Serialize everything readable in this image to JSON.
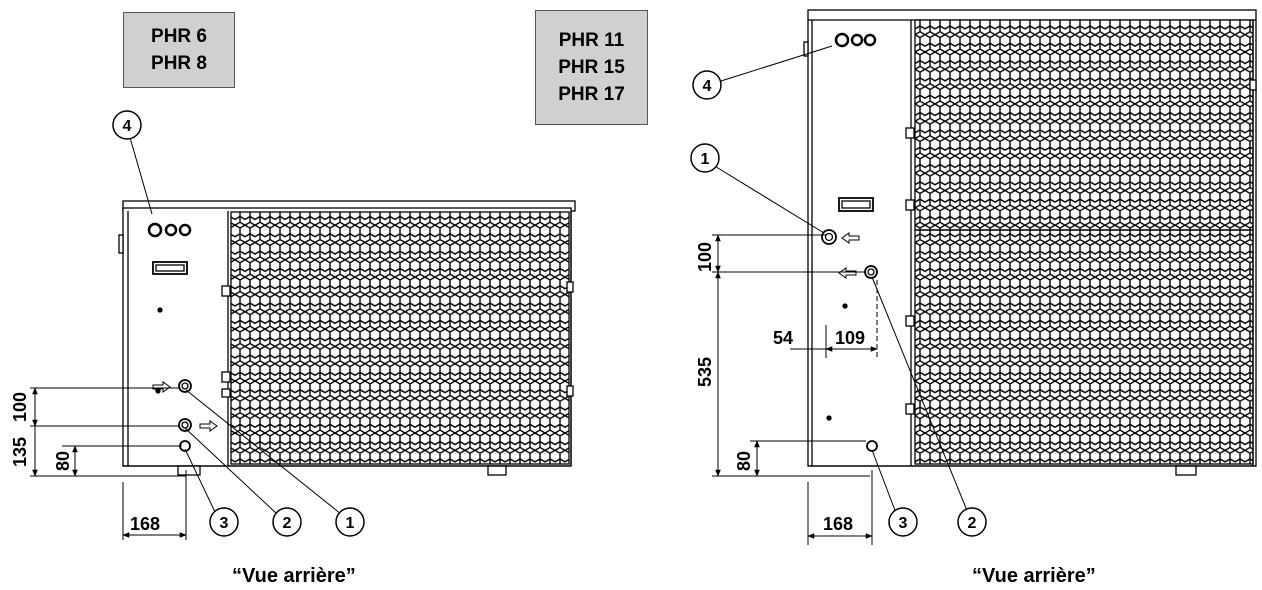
{
  "left_view": {
    "models": [
      "PHR 6",
      "PHR 8"
    ],
    "caption": "“Vue arrière”",
    "dimensions": {
      "d100": "100",
      "d135": "135",
      "d80": "80",
      "d168": "168"
    },
    "callouts": [
      "1",
      "2",
      "3",
      "4"
    ]
  },
  "right_view": {
    "models": [
      "PHR 11",
      "PHR 15",
      "PHR 17"
    ],
    "caption": "“Vue arrière”",
    "dimensions": {
      "d100": "100",
      "d535": "535",
      "d80": "80",
      "d54": "54",
      "d109": "109",
      "d168": "168"
    },
    "callouts": [
      "1",
      "2",
      "3",
      "4"
    ]
  }
}
